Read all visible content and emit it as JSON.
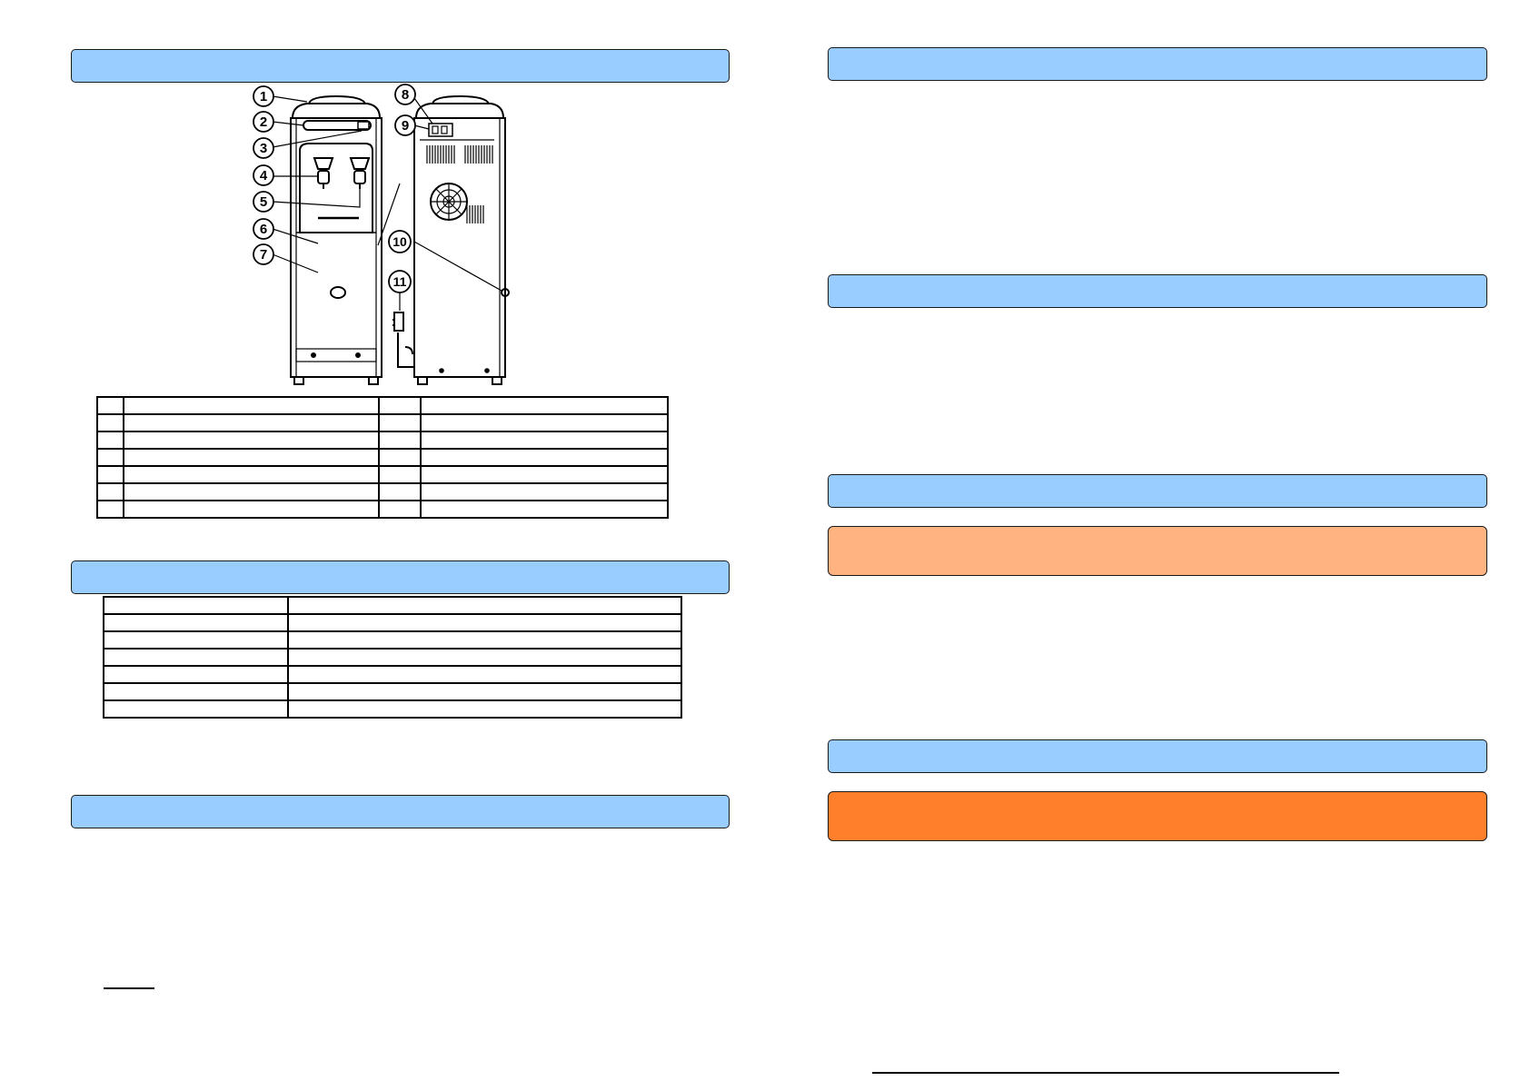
{
  "colors": {
    "section_bar": "#99ccff",
    "caution_box": "#ffb380",
    "warning_box": "#ff7f2a",
    "outline": "#1a1a1a"
  },
  "diagram": {
    "callouts": [
      "1",
      "2",
      "3",
      "4",
      "5",
      "6",
      "7",
      "8",
      "9",
      "10",
      "11"
    ]
  },
  "parts_table": {
    "rows": 7,
    "columns": 4
  },
  "spec_table": {
    "rows": 7,
    "columns": 2
  }
}
